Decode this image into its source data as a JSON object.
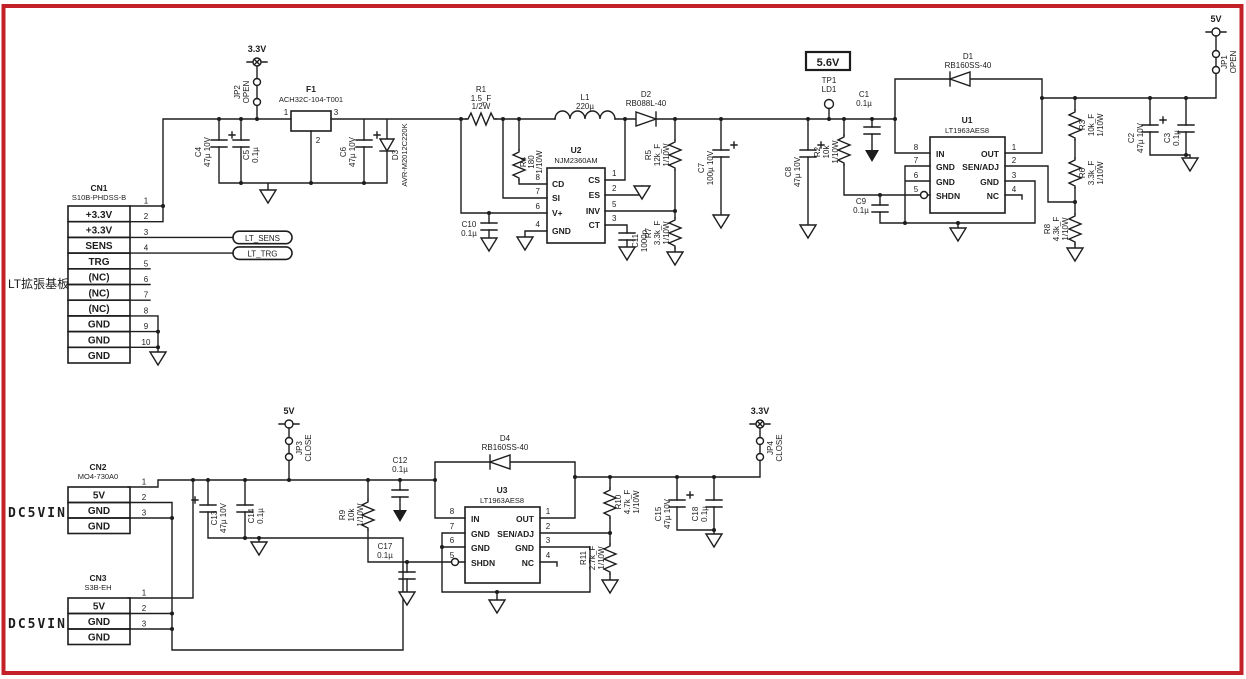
{
  "frame": {
    "border_color": "#c32127",
    "ink": "#1d1d1d",
    "bg": "#ffffff"
  },
  "labels": {
    "board": "LT拡張基板",
    "dc5vin_a": "DC5VIN",
    "dc5vin_b": "DC5VIN",
    "lt_sens": "LT_SENS",
    "lt_trg": "LT_TRG",
    "v33_top": "3.3V",
    "v5_right": "5V",
    "v5_bottom": "5V",
    "v33_bottom": "3.3V",
    "v56": "5.6V",
    "tp1": "TP1",
    "ld1": "LD1"
  },
  "jumpers": {
    "jp1": {
      "ref": "JP1",
      "state": "OPEN"
    },
    "jp2": {
      "ref": "JP2",
      "state": "OPEN"
    },
    "jp3": {
      "ref": "JP3",
      "state": "CLOSE"
    },
    "jp4": {
      "ref": "JP4",
      "state": "CLOSE"
    }
  },
  "connectors": {
    "cn1": {
      "ref": "CN1",
      "part": "S10B-PHDSS-B",
      "numbers": [
        "1",
        "2",
        "3",
        "4",
        "5",
        "6",
        "7",
        "8",
        "9",
        "10"
      ],
      "pins": [
        "+3.3V",
        "+3.3V",
        "SENS",
        "TRG",
        "(NC)",
        "(NC)",
        "(NC)",
        "GND",
        "GND",
        "GND"
      ]
    },
    "cn2": {
      "ref": "CN2",
      "part": "MO4-730A0",
      "numbers": [
        "1",
        "2",
        "3"
      ],
      "pins": [
        "5V",
        "GND",
        "GND"
      ]
    },
    "cn3": {
      "ref": "CN3",
      "part": "S3B-EH",
      "numbers": [
        "1",
        "2",
        "3"
      ],
      "pins": [
        "5V",
        "GND",
        "GND"
      ]
    }
  },
  "ics": {
    "u1": {
      "ref": "U1",
      "part": "LT1963AES8",
      "left_nums": [
        "8",
        "7",
        "6",
        "5"
      ],
      "left_names": [
        "IN",
        "GND",
        "GND",
        "SHDN"
      ],
      "right_nums": [
        "1",
        "2",
        "3",
        "4"
      ],
      "right_names": [
        "OUT",
        "SEN/ADJ",
        "GND",
        "NC"
      ]
    },
    "u2": {
      "ref": "U2",
      "part": "NJM2360AM",
      "left_nums": [
        "8",
        "7",
        "6",
        "4"
      ],
      "left_names": [
        "CD",
        "SI",
        "V+",
        "GND"
      ],
      "right_nums": [
        "1",
        "2",
        "5",
        "3"
      ],
      "right_names": [
        "CS",
        "ES",
        "INV",
        "CT"
      ]
    },
    "u3": {
      "ref": "U3",
      "part": "LT1963AES8",
      "left_nums": [
        "8",
        "7",
        "6",
        "5"
      ],
      "left_names": [
        "IN",
        "GND",
        "GND",
        "SHDN"
      ],
      "right_nums": [
        "1",
        "2",
        "3",
        "4"
      ],
      "right_names": [
        "OUT",
        "SEN/ADJ",
        "GND",
        "NC"
      ]
    }
  },
  "parts": {
    "f1": {
      "ref": "F1",
      "part": "ACH32C-104-T001",
      "numbers": [
        "1",
        "2",
        "3"
      ]
    },
    "l1": {
      "ref": "L1",
      "value": "220µ"
    },
    "d1": {
      "ref": "D1",
      "part": "RB160SS-40"
    },
    "d2": {
      "ref": "D2",
      "part": "RB088L-40"
    },
    "d3": {
      "ref": "D3",
      "part": "AVR-M2012C220K"
    },
    "d4": {
      "ref": "D4",
      "part": "RB160SS-40"
    },
    "r1": {
      "ref": "R1",
      "value": "1.5_F",
      "watt": "1/2W"
    },
    "r2": {
      "ref": "R2",
      "value": "10k",
      "watt": "1/10W"
    },
    "r3": {
      "ref": "R3",
      "value": "10k_F",
      "watt": "1/10W"
    },
    "r4": {
      "ref": "R4",
      "value": "180",
      "watt": "1/10W"
    },
    "r5": {
      "ref": "R5",
      "value": "12k_F",
      "watt": "1/10W"
    },
    "r6": {
      "ref": "R6",
      "value": "3.3k_F",
      "watt": "1/10W"
    },
    "r7": {
      "ref": "R7",
      "value": "3.3k_F",
      "watt": "1/10W"
    },
    "r8": {
      "ref": "R8",
      "value": "4.3k_F",
      "watt": "1/10W"
    },
    "r9": {
      "ref": "R9",
      "value": "10k",
      "watt": "1/10W"
    },
    "r10": {
      "ref": "R10",
      "value": "4.7k_F",
      "watt": "1/10W"
    },
    "r11": {
      "ref": "R11",
      "value": "2.7k_F",
      "watt": "1/10W"
    },
    "c1": {
      "ref": "C1",
      "value": "0.1µ"
    },
    "c2": {
      "ref": "C2",
      "value": "47µ 10V"
    },
    "c3": {
      "ref": "C3",
      "value": "0.1µ"
    },
    "c4": {
      "ref": "C4",
      "value": "47µ 10V"
    },
    "c5": {
      "ref": "C5",
      "value": "0.1µ"
    },
    "c6": {
      "ref": "C6",
      "value": "47µ 10V"
    },
    "c7": {
      "ref": "C7",
      "value": "100µ 10V"
    },
    "c8": {
      "ref": "C8",
      "value": "47µ 10V"
    },
    "c9": {
      "ref": "C9",
      "value": "0.1µ"
    },
    "c10": {
      "ref": "C10",
      "value": "0.1µ"
    },
    "c11": {
      "ref": "C11",
      "value": "1000p"
    },
    "c12": {
      "ref": "C12",
      "value": "0.1µ"
    },
    "c13": {
      "ref": "C13",
      "value": "47µ 10V"
    },
    "c14": {
      "ref": "C14",
      "value": "0.1µ"
    },
    "c15": {
      "ref": "C15",
      "value": "47µ 10V"
    },
    "c17": {
      "ref": "C17",
      "value": "0.1µ"
    },
    "c18": {
      "ref": "C18",
      "value": "0.1µ"
    }
  }
}
